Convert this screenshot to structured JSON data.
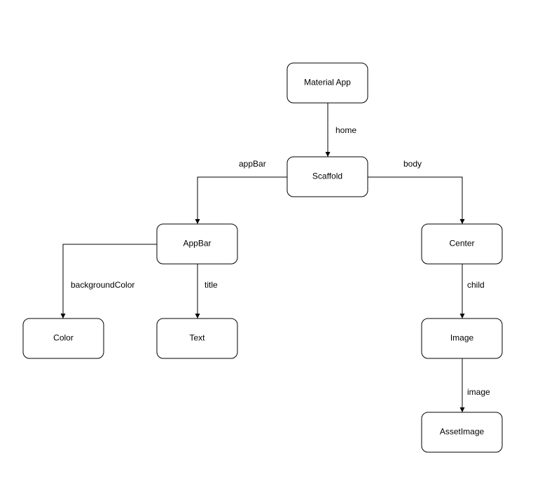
{
  "nodes": {
    "material_app": "Material App",
    "scaffold": "Scaffold",
    "appbar": "AppBar",
    "center": "Center",
    "color": "Color",
    "text": "Text",
    "image": "Image",
    "assetimage": "AssetImage"
  },
  "edges": {
    "home": "home",
    "appbar": "appBar",
    "body": "body",
    "background_color": "backgroundColor",
    "title": "title",
    "child": "child",
    "image": "image"
  }
}
